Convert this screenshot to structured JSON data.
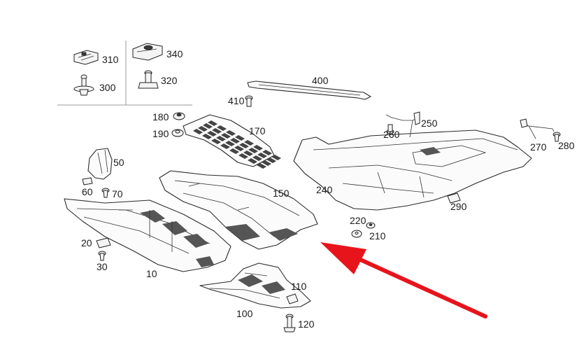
{
  "labels": {
    "p10": "10",
    "p20": "20",
    "p30": "30",
    "p50": "50",
    "p60": "60",
    "p70": "70",
    "p100": "100",
    "p110": "110",
    "p120": "120",
    "p150": "150",
    "p170": "170",
    "p180": "180",
    "p190": "190",
    "p210": "210",
    "p220": "220",
    "p240": "240",
    "p250": "250",
    "p260": "260",
    "p270": "270",
    "p280": "280",
    "p290": "290",
    "p300": "300",
    "p310": "310",
    "p320": "320",
    "p340": "340",
    "p400": "400",
    "p410": "410"
  },
  "colors": {
    "arrow": "#e8141b",
    "line": "#2a2a2a",
    "inset_border": "#9a9a9a"
  }
}
